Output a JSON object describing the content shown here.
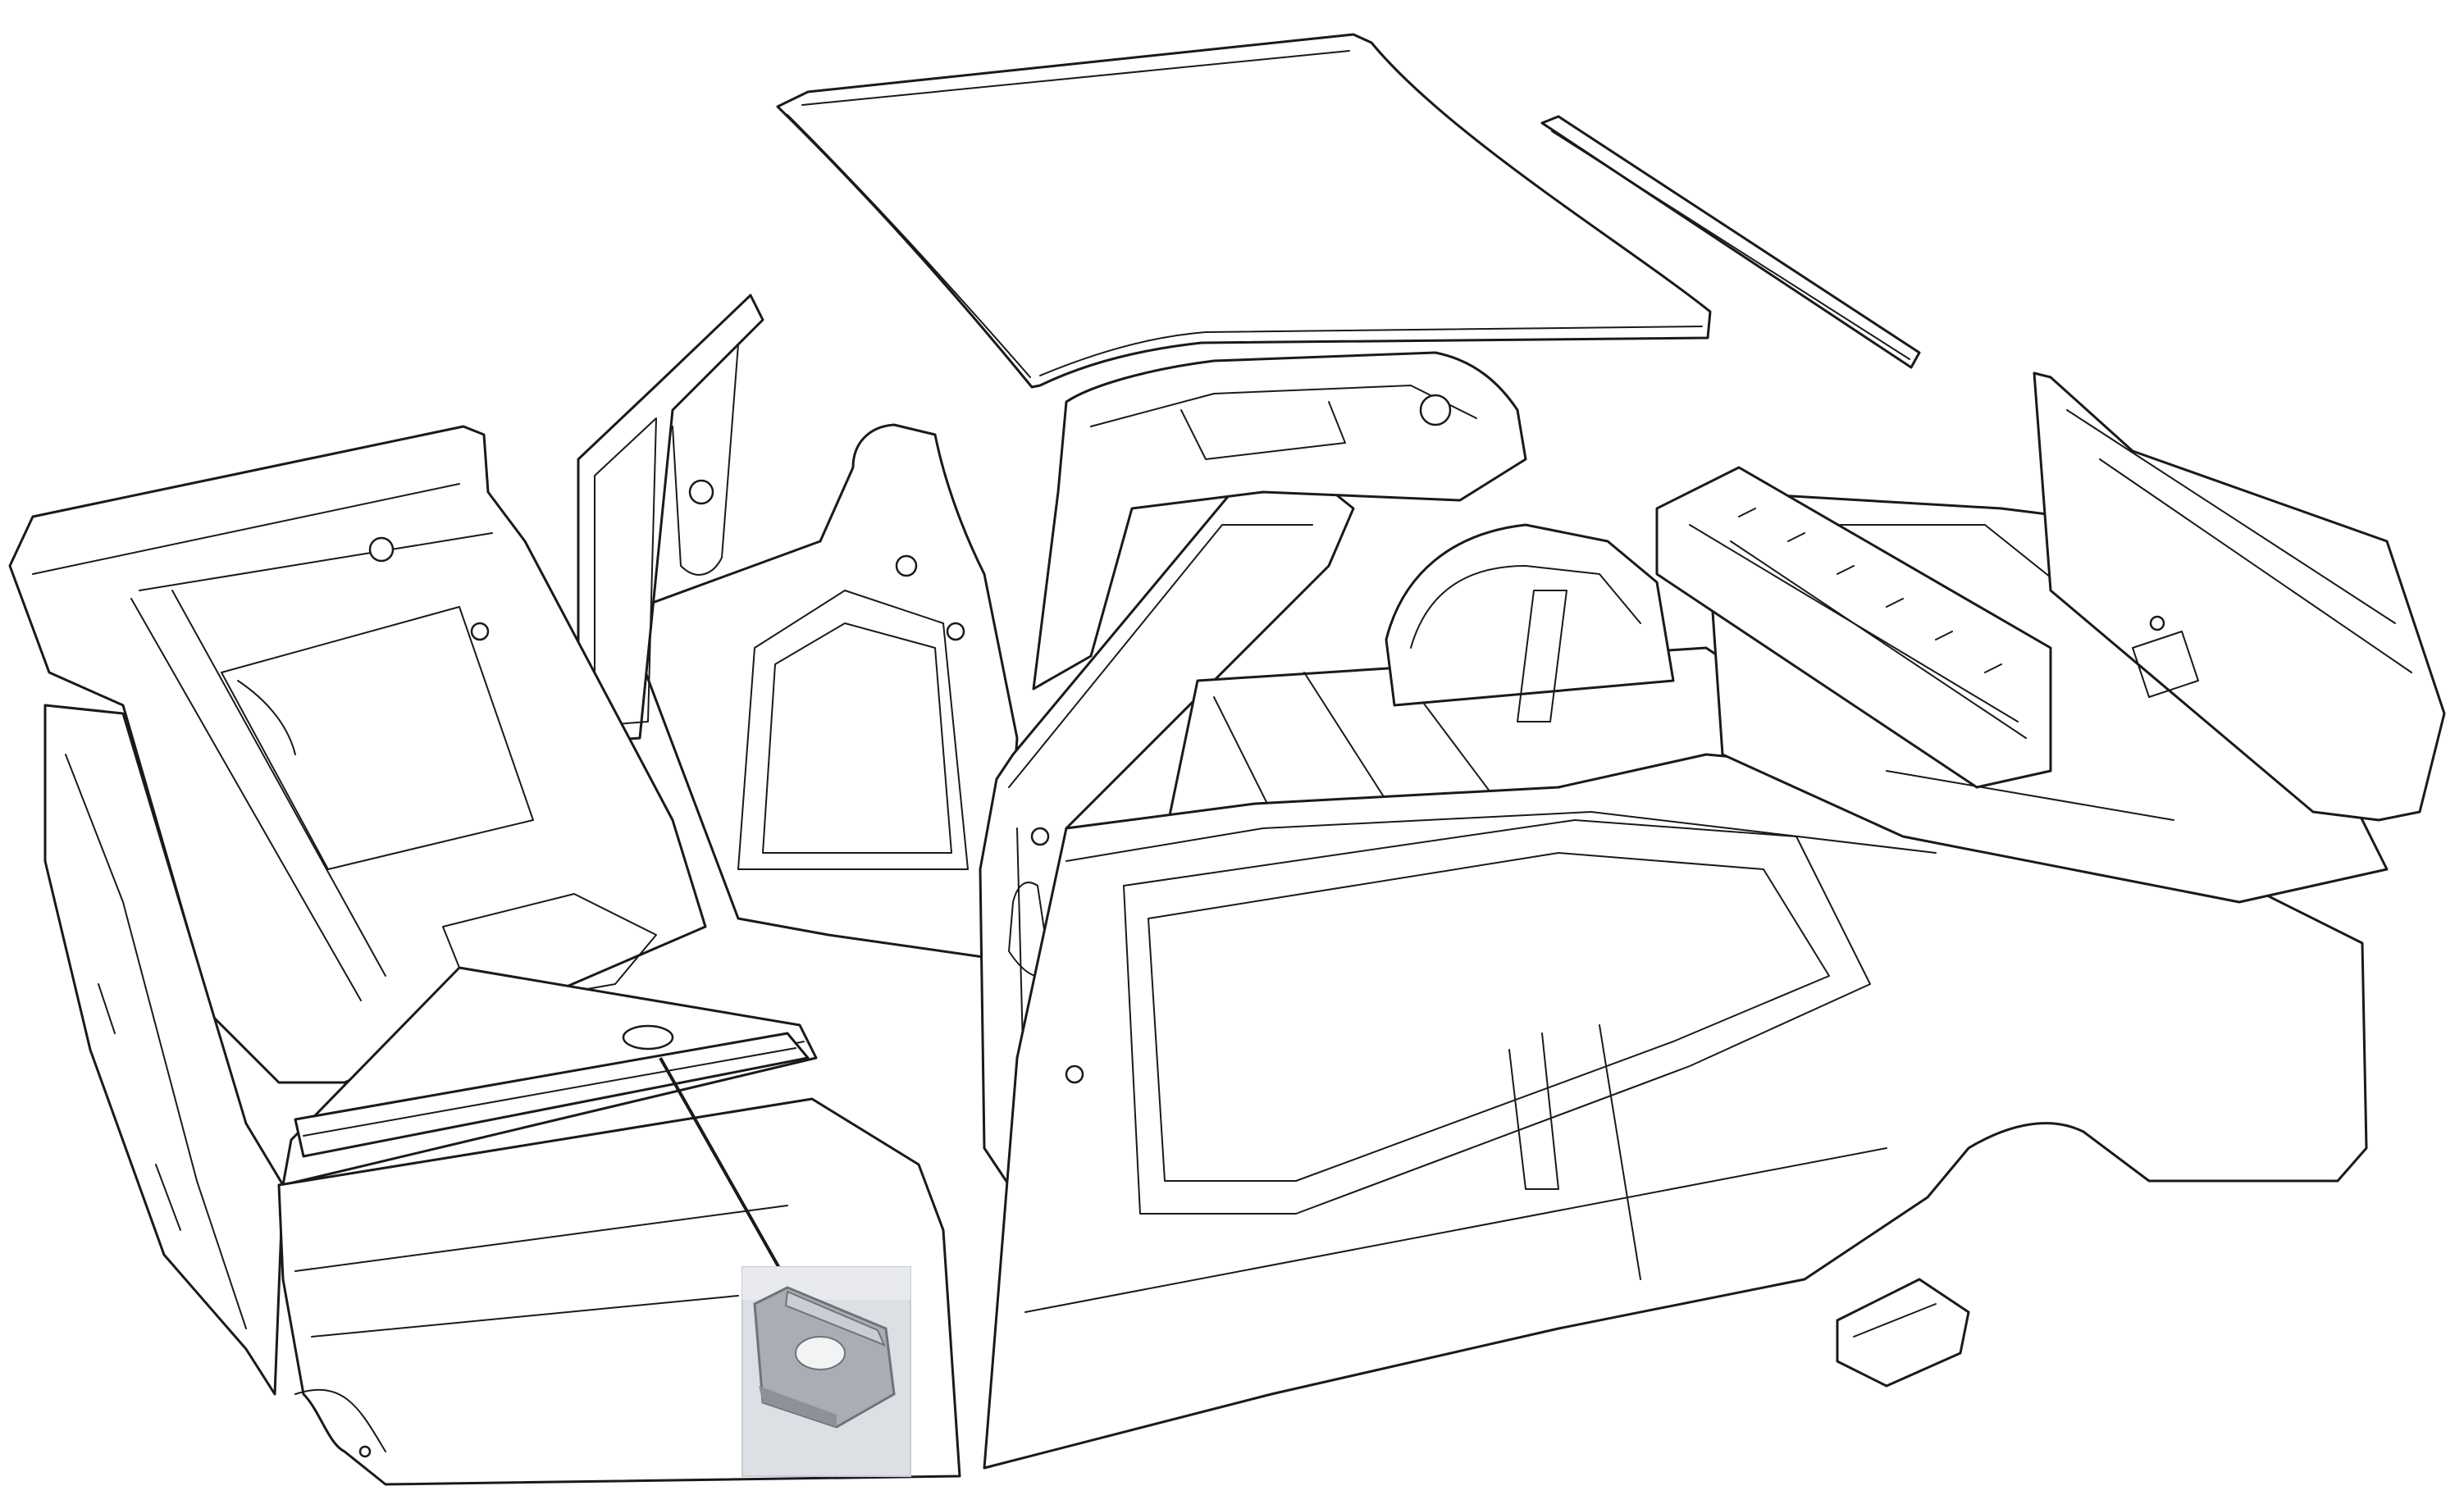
{
  "diagram": {
    "subject": "exploded-car-body-shell",
    "parts": [
      {
        "id": "roof-panel"
      },
      {
        "id": "roof-drip-rail"
      },
      {
        "id": "windscreen-frame"
      },
      {
        "id": "front-inner-wing"
      },
      {
        "id": "front-outer-wing"
      },
      {
        "id": "front-floor-pan"
      },
      {
        "id": "sill-rail"
      },
      {
        "id": "a-pillar"
      },
      {
        "id": "bodyside-quarter-panel"
      },
      {
        "id": "rear-floor"
      },
      {
        "id": "rear-cross-member"
      },
      {
        "id": "rear-valance"
      },
      {
        "id": "rear-bumper-bracket"
      }
    ],
    "callout": {
      "target": "front-floor-pan",
      "inset": "photo-of-repair-plate"
    }
  },
  "colors": {
    "line": "#1a1a1a",
    "paper": "#ffffff",
    "inset_bg": "#dcdfe3",
    "inset_metal": "#a9aeb4"
  }
}
